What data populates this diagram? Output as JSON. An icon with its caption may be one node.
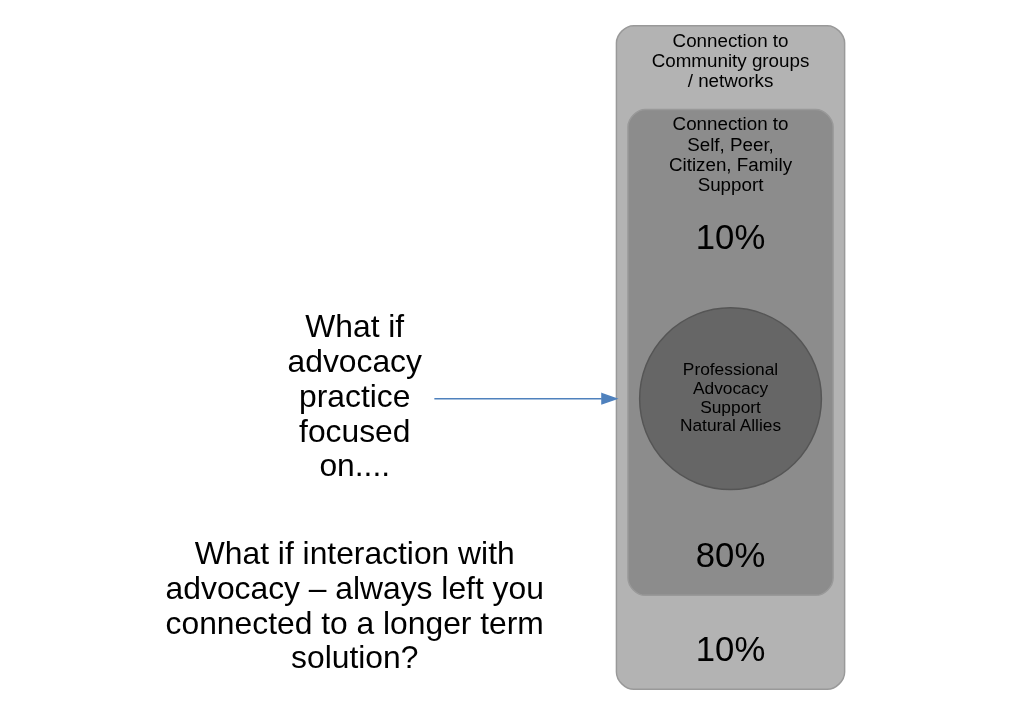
{
  "diagram": {
    "nodes": [
      {
        "text": [
          "What if advocacy practice focused on...."
        ]
      },
      {
        "text": [
          "Connection to Community groups / networks"
        ],
        "beside": [
          "10%"
        ]
      },
      {
        "text": [
          "Connection to Self, Peer, Citizen, Family Support"
        ],
        "beside": [
          "10%"
        ],
        "in": 1
      },
      {
        "text": [
          "Professional Advocacy",
          "Support Natural Allies"
        ],
        "beside": [
          "80%"
        ],
        "in": 2
      }
    ],
    "edges": [
      {
        "from": 0,
        "to": 1,
        "arrow": "to",
        "color": "#4f81bd"
      }
    ],
    "labels": [
      "What if interaction with advocacy – always left you connected to a longer term solution?"
    ]
  }
}
